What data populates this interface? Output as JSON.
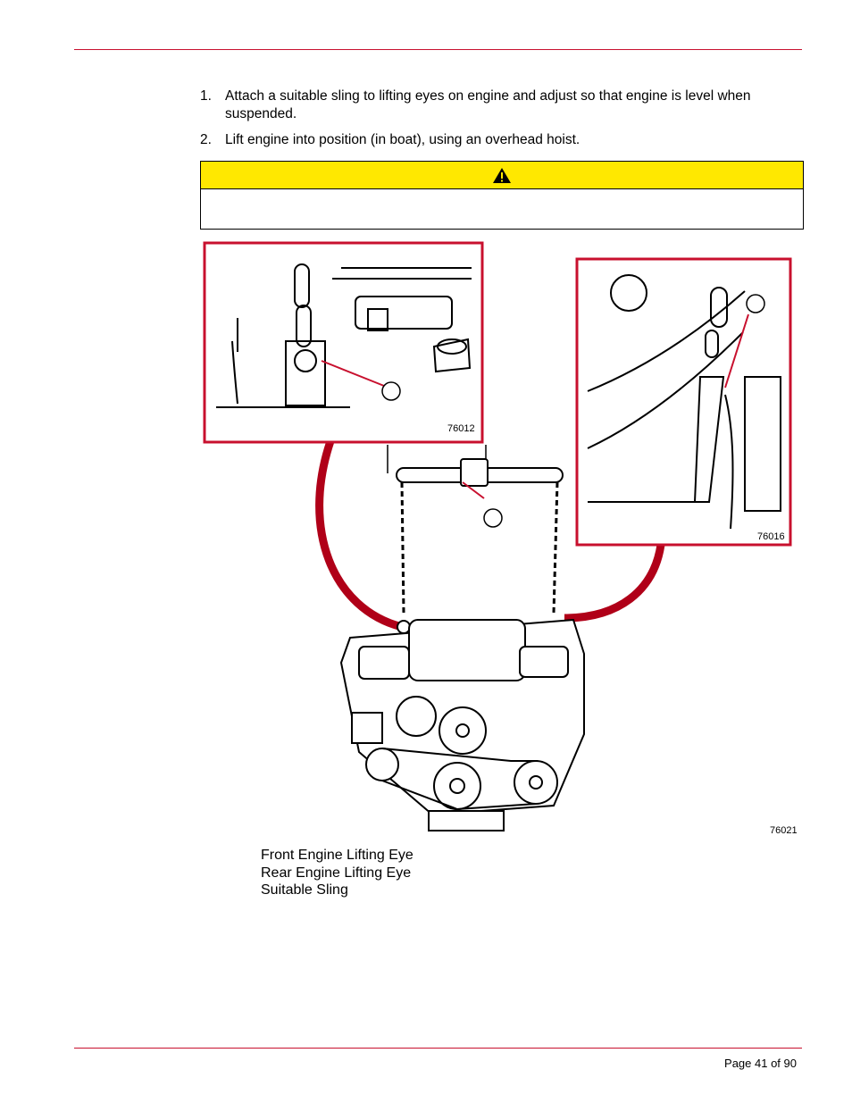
{
  "steps": [
    {
      "number": "1.",
      "text": "Attach a suitable sling to lifting eyes on engine and adjust so that engine is level when suspended."
    },
    {
      "number": "2.",
      "text": "Lift engine into position (in boat), using an overhead hoist."
    }
  ],
  "warning": {
    "icon": "warning-triangle-icon",
    "body": ""
  },
  "figure": {
    "main_id": "76021",
    "inset_left_id": "76012",
    "inset_right_id": "76016",
    "accent_color": "#c8102e"
  },
  "legend": [
    "Front Engine Lifting Eye",
    "Rear Engine Lifting Eye",
    "Suitable Sling"
  ],
  "footer": {
    "page": "Page 41 of 90"
  },
  "colors": {
    "rule": "#c8102e",
    "warning_bar": "#ffe800"
  }
}
